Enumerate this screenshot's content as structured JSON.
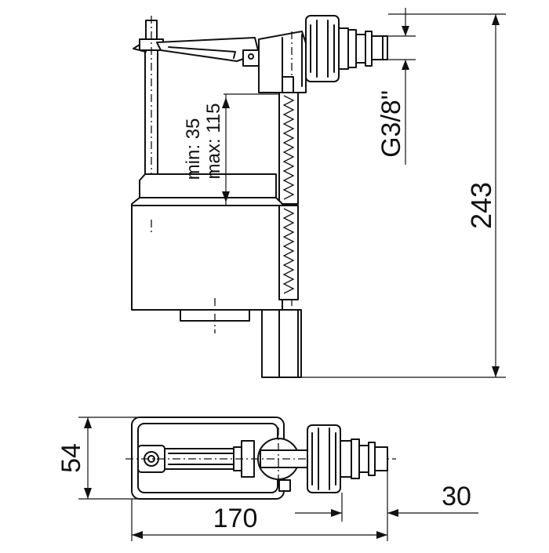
{
  "dimensions": {
    "height_total": "243",
    "thread": "G3/8\"",
    "adjust_min": "min: 35",
    "adjust_max": "max: 115",
    "width_top": "54",
    "length": "170",
    "spacing": "30"
  }
}
